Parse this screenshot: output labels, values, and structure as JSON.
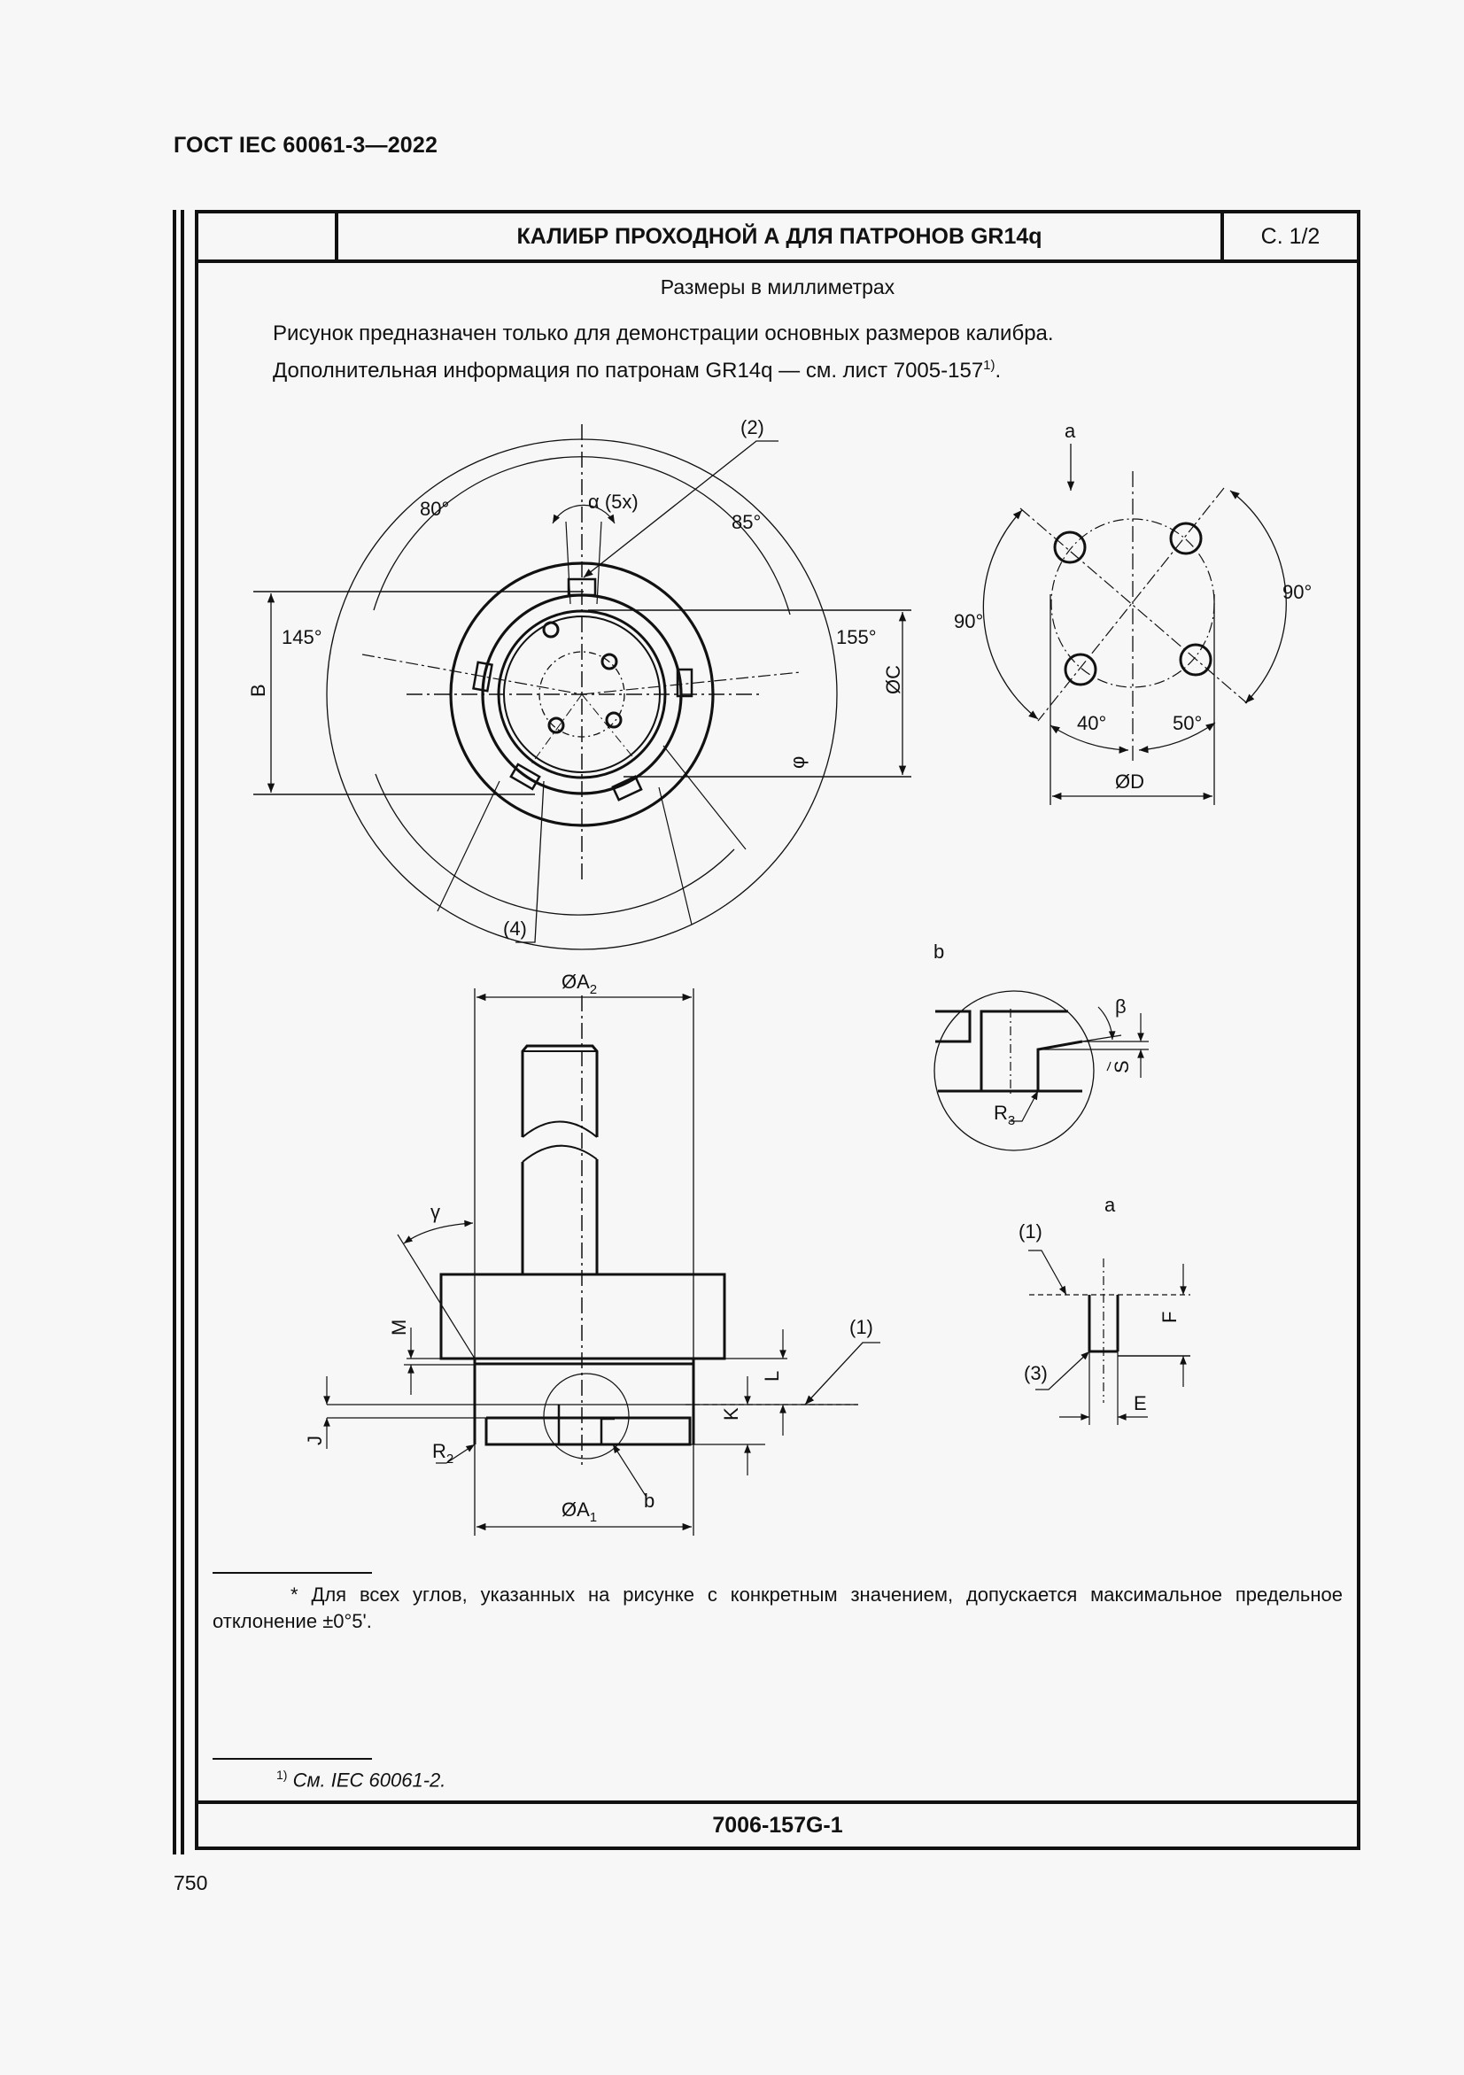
{
  "document": {
    "standard_id": "ГОСТ IEC 60061-3—2022",
    "page_number": "750"
  },
  "sheet": {
    "title": "КАЛИБР ПРОХОДНОЙ А ДЛЯ ПАТРОНОВ GR14q",
    "page": "С. 1/2",
    "sheet_code": "7006-157G-1",
    "units_note": "Размеры в миллиметрах",
    "intro_line1": "Рисунок предназначен только для демонстрации основных размеров калибра.",
    "intro_line2": "Дополнительная информация по патронам GR14q — см. лист 7005-157",
    "intro_line2_sup": "1)",
    "intro_line2_end": "."
  },
  "drawing": {
    "front_view": {
      "callout_2": "(2)",
      "callout_4": "(4)",
      "alpha_label": "α (5x)",
      "angle_80": "80°",
      "angle_85": "85°",
      "angle_145": "145°",
      "angle_155": "155°",
      "phi_label": "φ",
      "dim_B": "B",
      "dim_C": "ØC"
    },
    "hole_pattern_view": {
      "view_label": "a",
      "angle_left": "90°",
      "angle_right": "90°",
      "angle_40": "40°",
      "angle_50": "50°",
      "dim_D": "ØD"
    },
    "side_view": {
      "dim_A2": "ØA",
      "dim_A2_sub": "2",
      "dim_A1": "ØA",
      "dim_A1_sub": "1",
      "gamma": "γ",
      "dim_M": "M",
      "dim_L": "L",
      "dim_K": "K",
      "dim_J": "J",
      "radius_R2": "R",
      "radius_R2_sub": "2",
      "detail_b_ref": "b",
      "callout_1": "(1)"
    },
    "detail_b": {
      "view_label": "b",
      "beta": "β",
      "dim_S": "S",
      "radius_R3": "R",
      "radius_R3_sub": "3"
    },
    "detail_a": {
      "view_label": "a",
      "callout_1": "(1)",
      "callout_3": "(3)",
      "dim_F": "F",
      "dim_E": "E"
    }
  },
  "footnotes": {
    "star": "* Для всех углов, указанных на рисунке с конкретным значением, допускается максимальное предельное отклонение ±0°5'.",
    "ref_sup": "1)",
    "ref_text": " См. IEC 60061-2."
  }
}
